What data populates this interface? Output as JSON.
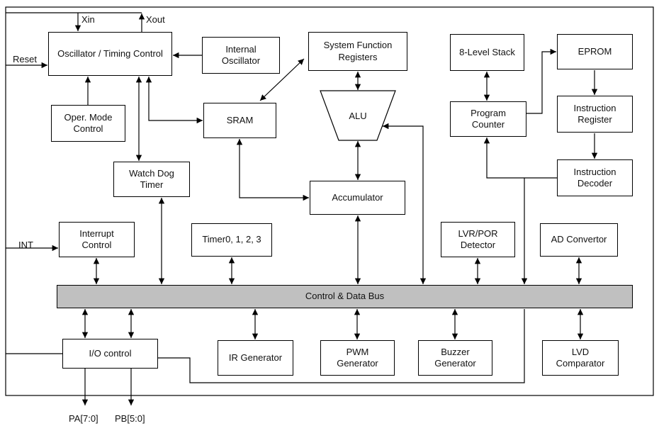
{
  "canvas": {
    "background": "#ffffff",
    "line_color": "#000000",
    "bus_fill": "#c0c0c0"
  },
  "blocks": {
    "oscillator_timing": "Oscillator / Timing Control",
    "internal_oscillator": "Internal Oscillator",
    "system_function_registers": "System Function Registers",
    "stack": "8-Level Stack",
    "eprom": "EPROM",
    "oper_mode_control": "Oper. Mode Control",
    "sram": "SRAM",
    "alu": "ALU",
    "program_counter": "Program Counter",
    "instruction_register": "Instruction Register",
    "watch_dog_timer": "Watch Dog Timer",
    "accumulator": "Accumulator",
    "instruction_decoder": "Instruction Decoder",
    "interrupt_control": "Interrupt Control",
    "timers": "Timer0, 1, 2, 3",
    "lvr_por_detector": "LVR/POR Detector",
    "ad_convertor": "AD Convertor",
    "bus": "Control & Data Bus",
    "io_control": "I/O control",
    "ir_generator": "IR Generator",
    "pwm_generator": "PWM Generator",
    "buzzer_generator": "Buzzer Generator",
    "lvd_comparator": "LVD Comparator"
  },
  "pins": {
    "xin": "Xin",
    "xout": "Xout",
    "reset": "Reset",
    "int": "INT",
    "pa": "PA[7:0]",
    "pb": "PB[5:0]"
  }
}
